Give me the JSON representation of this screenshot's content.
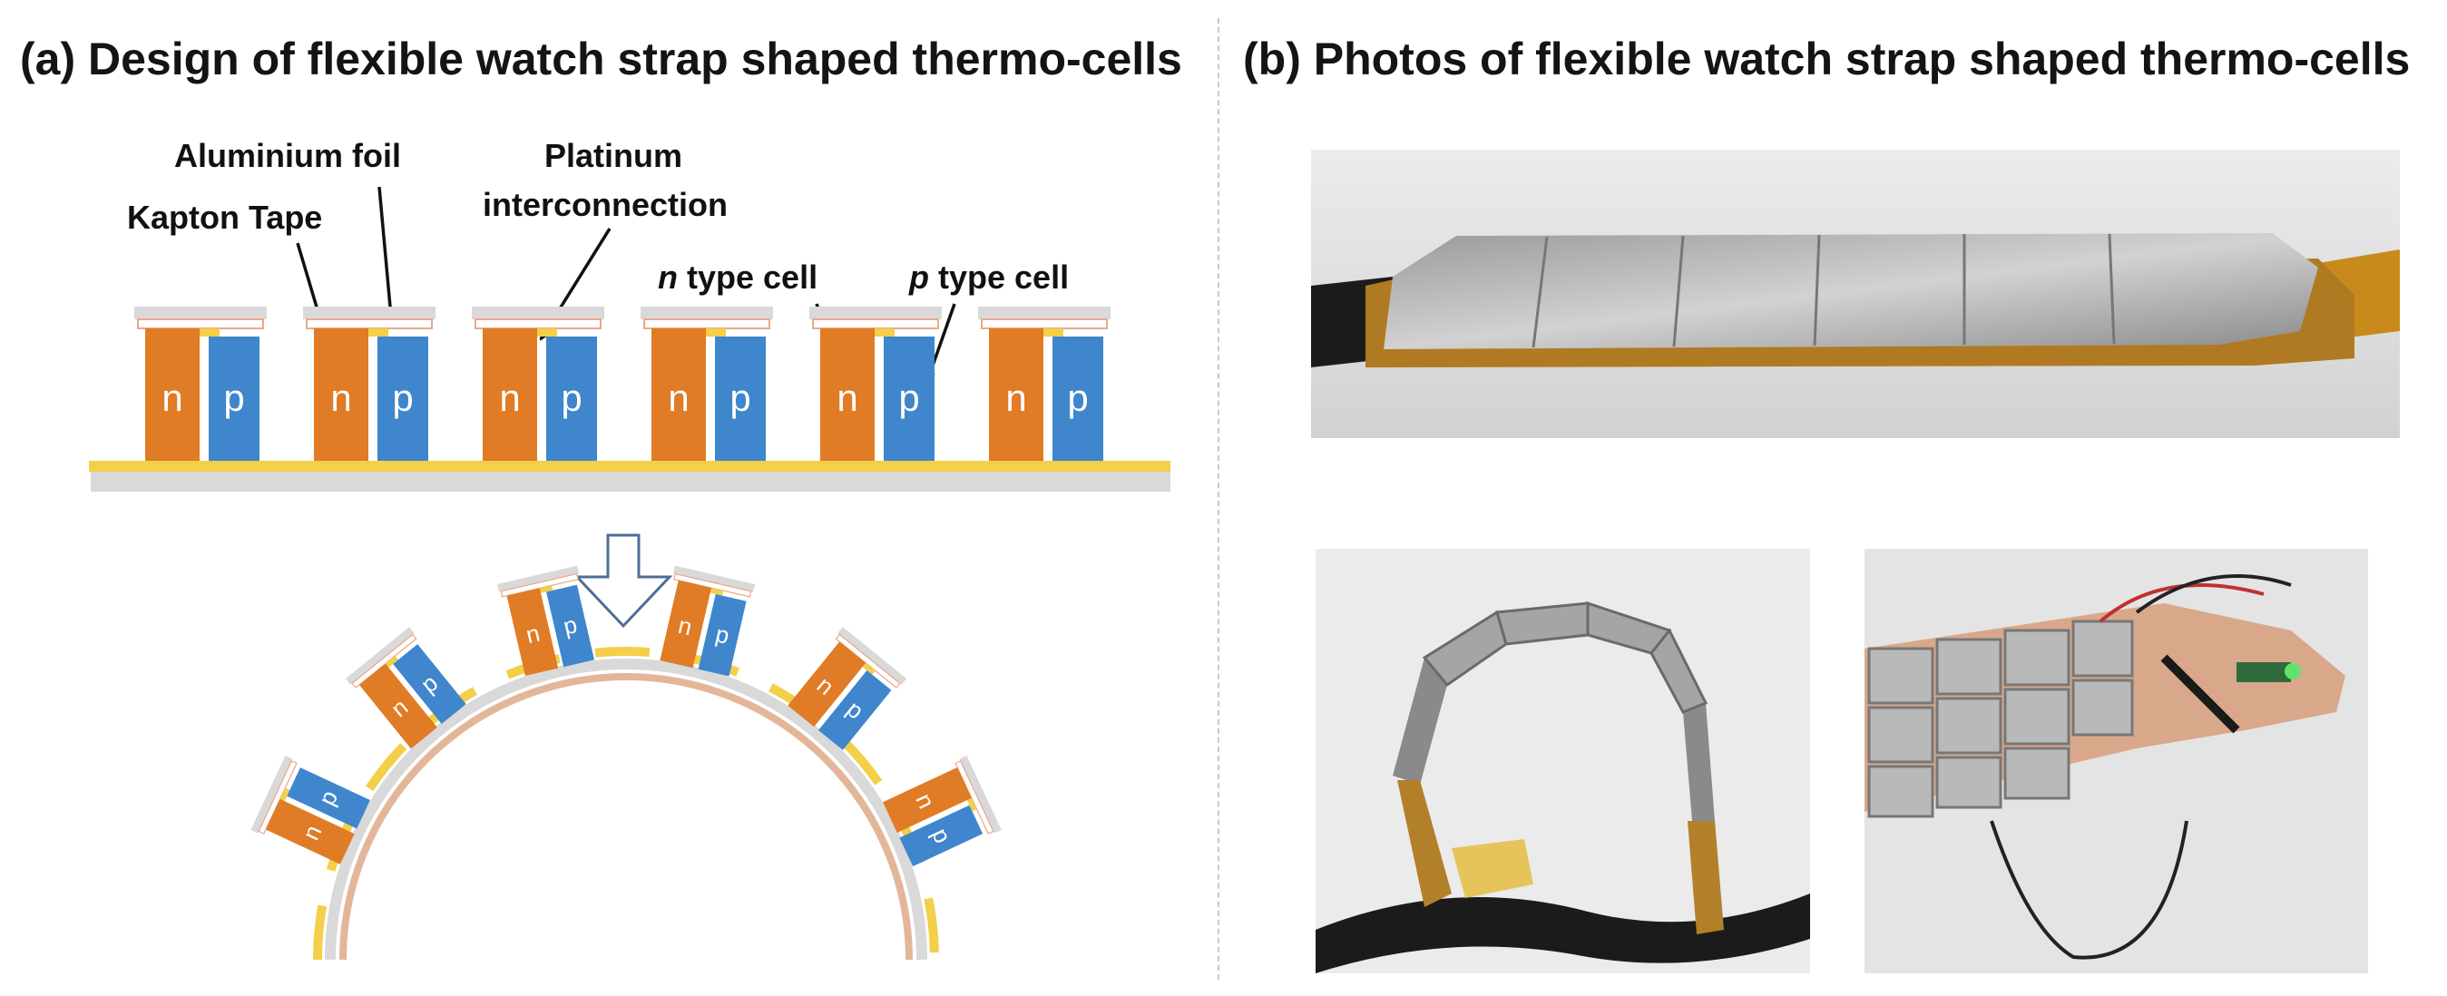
{
  "panel_a": {
    "title": "(a)   Design of flexible watch strap shaped thermo-cells",
    "labels": {
      "aluminium_foil": "Aluminium foil",
      "kapton_tape": "Kapton Tape",
      "platinum_line1": "Platinum",
      "platinum_line2": "interconnection",
      "n_italic": "n",
      "n_rest": " type cell",
      "p_italic": "p",
      "p_rest": " type cell"
    },
    "cell_letters": {
      "n": "n",
      "p": "p"
    },
    "cell_pair_count": 6
  },
  "panel_b": {
    "title": "(b)   Photos of flexible watch strap shaped thermo-cells"
  },
  "colors": {
    "n_cell": "#e07b26",
    "p_cell": "#3f86cc",
    "kapton": "#f3cf4a",
    "foil": "#d9d9d9",
    "cap_outline": "#e9a98b"
  }
}
